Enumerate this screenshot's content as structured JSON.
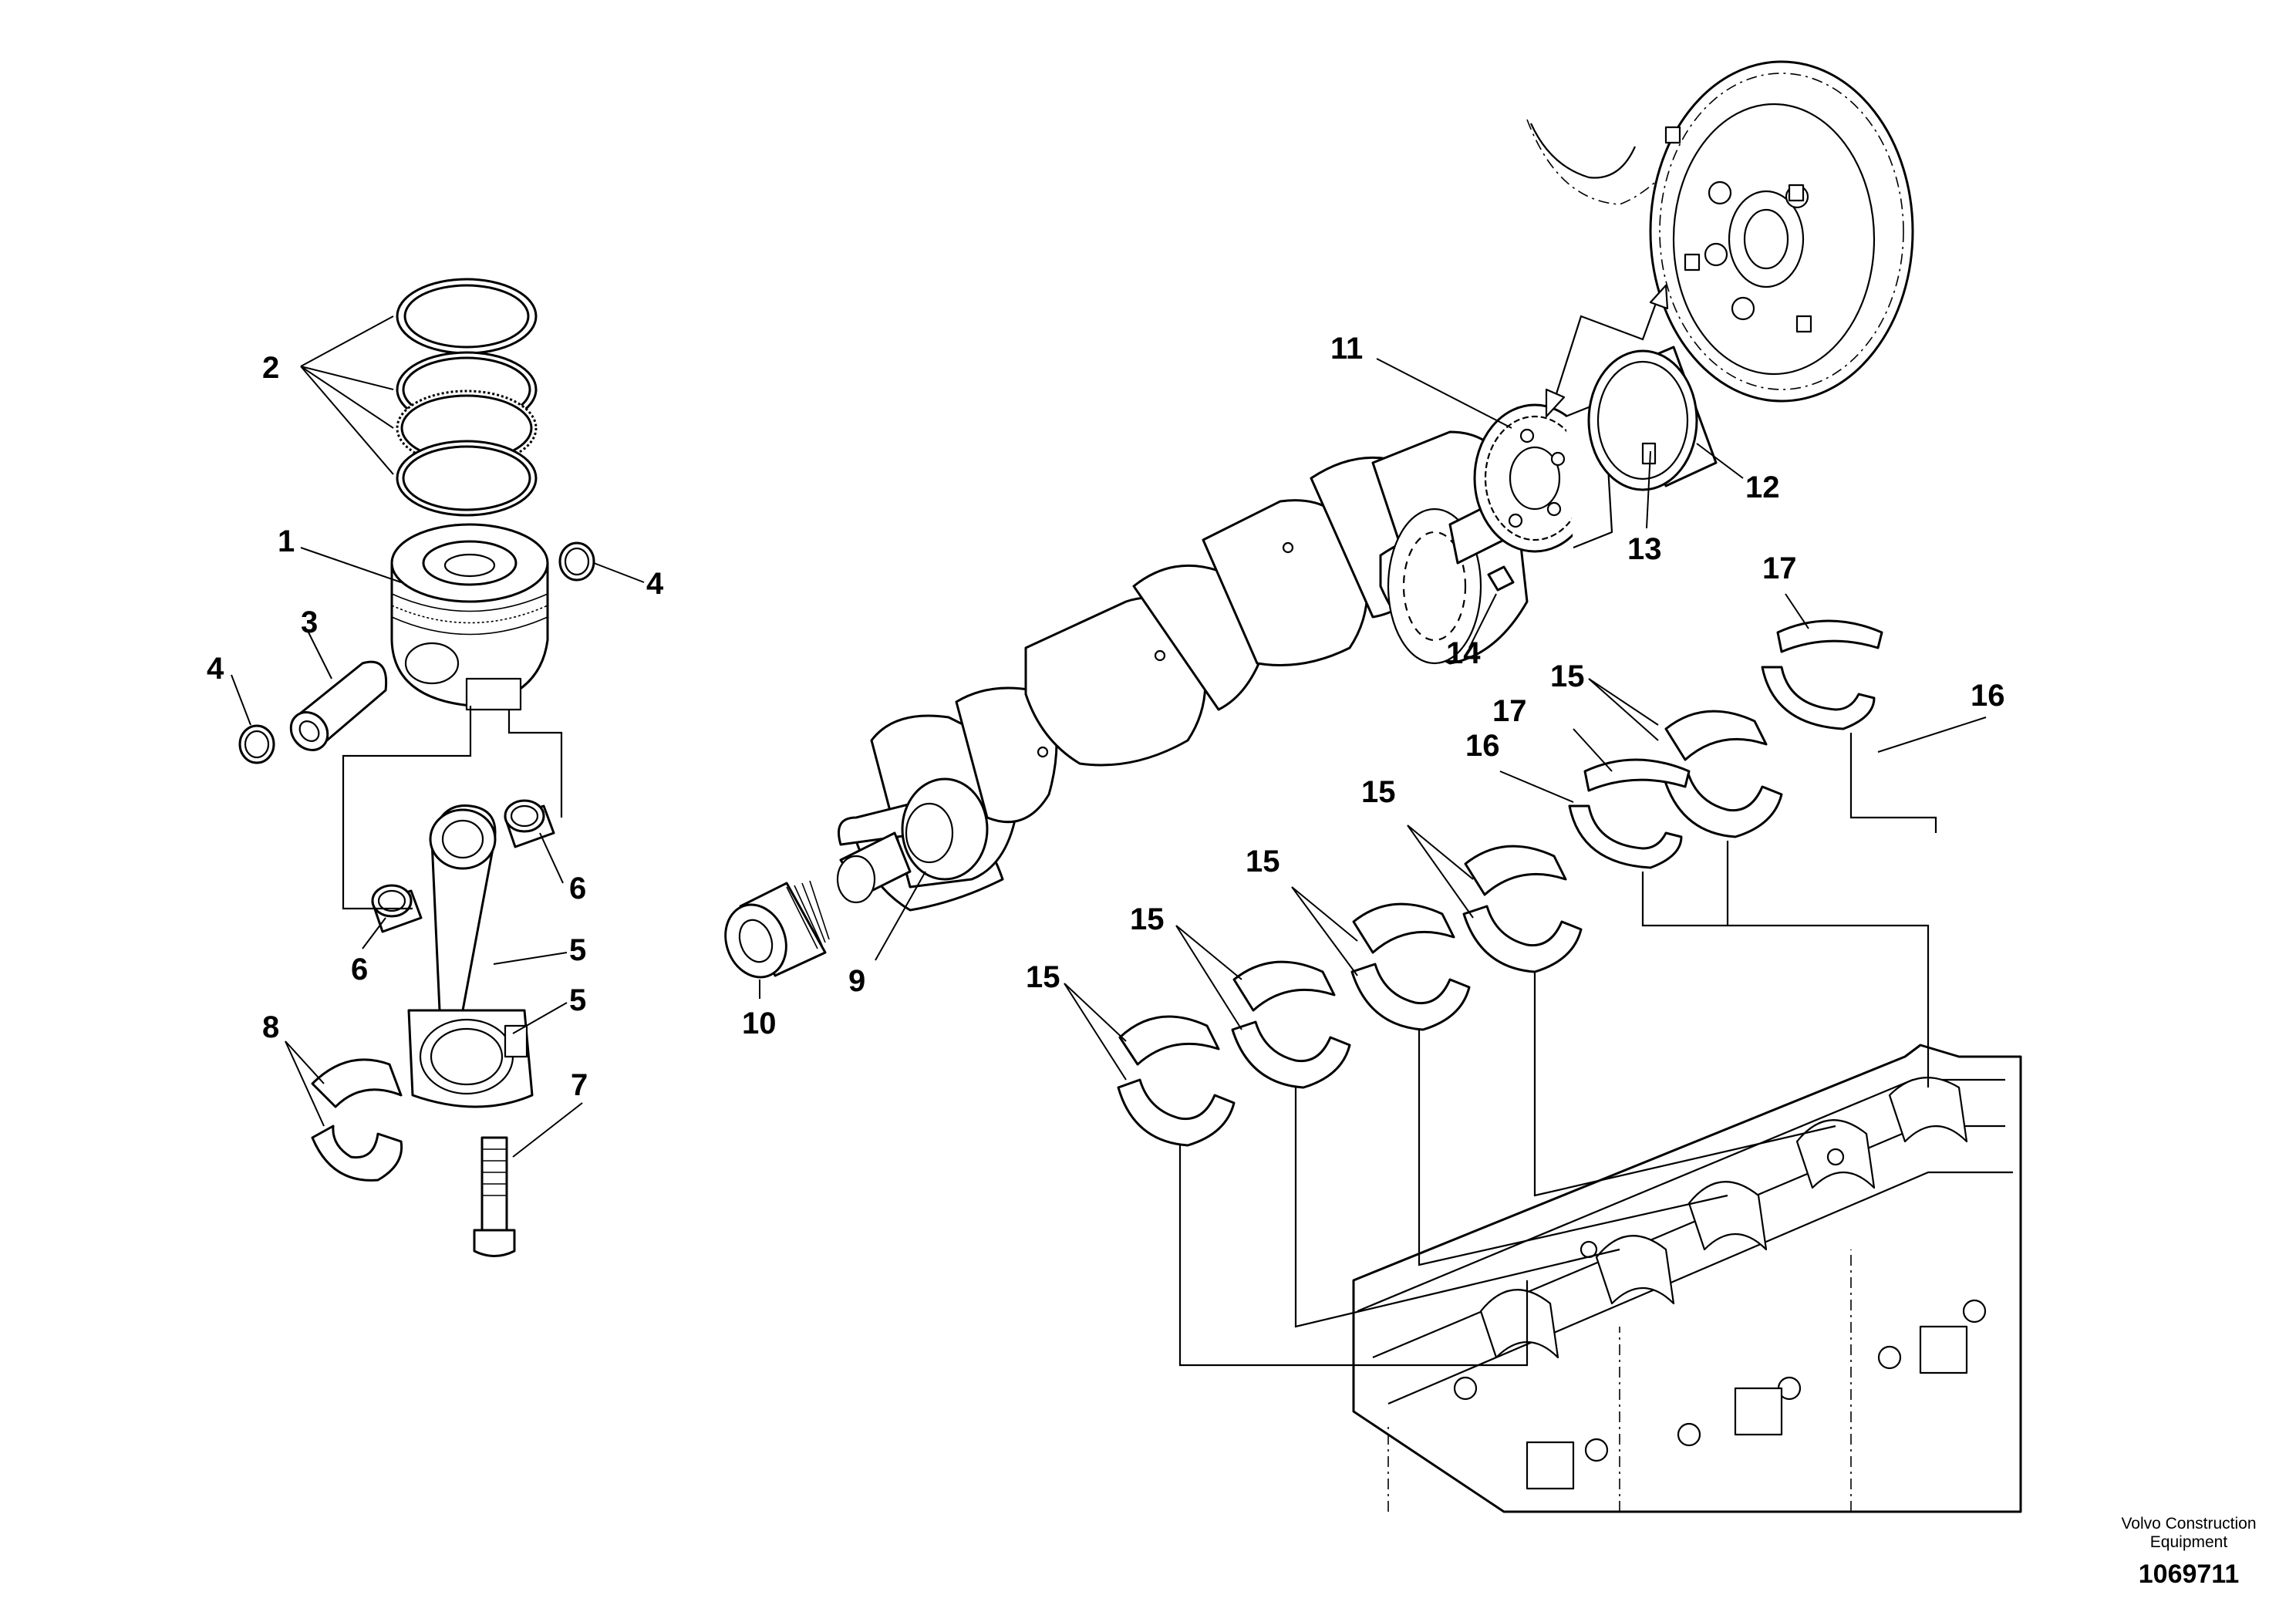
{
  "diagram": {
    "title": "",
    "callouts": [
      {
        "id": "c1",
        "text": "1"
      },
      {
        "id": "c2",
        "text": "2"
      },
      {
        "id": "c3",
        "text": "3"
      },
      {
        "id": "c4a",
        "text": "4"
      },
      {
        "id": "c4b",
        "text": "4"
      },
      {
        "id": "c5a",
        "text": "5"
      },
      {
        "id": "c5b",
        "text": "5"
      },
      {
        "id": "c6a",
        "text": "6"
      },
      {
        "id": "c6b",
        "text": "6"
      },
      {
        "id": "c7",
        "text": "7"
      },
      {
        "id": "c8",
        "text": "8"
      },
      {
        "id": "c9",
        "text": "9"
      },
      {
        "id": "c10",
        "text": "10"
      },
      {
        "id": "c11",
        "text": "11"
      },
      {
        "id": "c12",
        "text": "12"
      },
      {
        "id": "c13",
        "text": "13"
      },
      {
        "id": "c14",
        "text": "14"
      },
      {
        "id": "c15a",
        "text": "15"
      },
      {
        "id": "c15b",
        "text": "15"
      },
      {
        "id": "c15c",
        "text": "15"
      },
      {
        "id": "c15d",
        "text": "15"
      },
      {
        "id": "c15e",
        "text": "15"
      },
      {
        "id": "c16a",
        "text": "16"
      },
      {
        "id": "c16b",
        "text": "16"
      },
      {
        "id": "c17a",
        "text": "17"
      },
      {
        "id": "c17b",
        "text": "17"
      }
    ]
  },
  "footer": {
    "brand_line1": "Volvo Construction",
    "brand_line2": "Equipment",
    "drawing_number": "1069711"
  }
}
